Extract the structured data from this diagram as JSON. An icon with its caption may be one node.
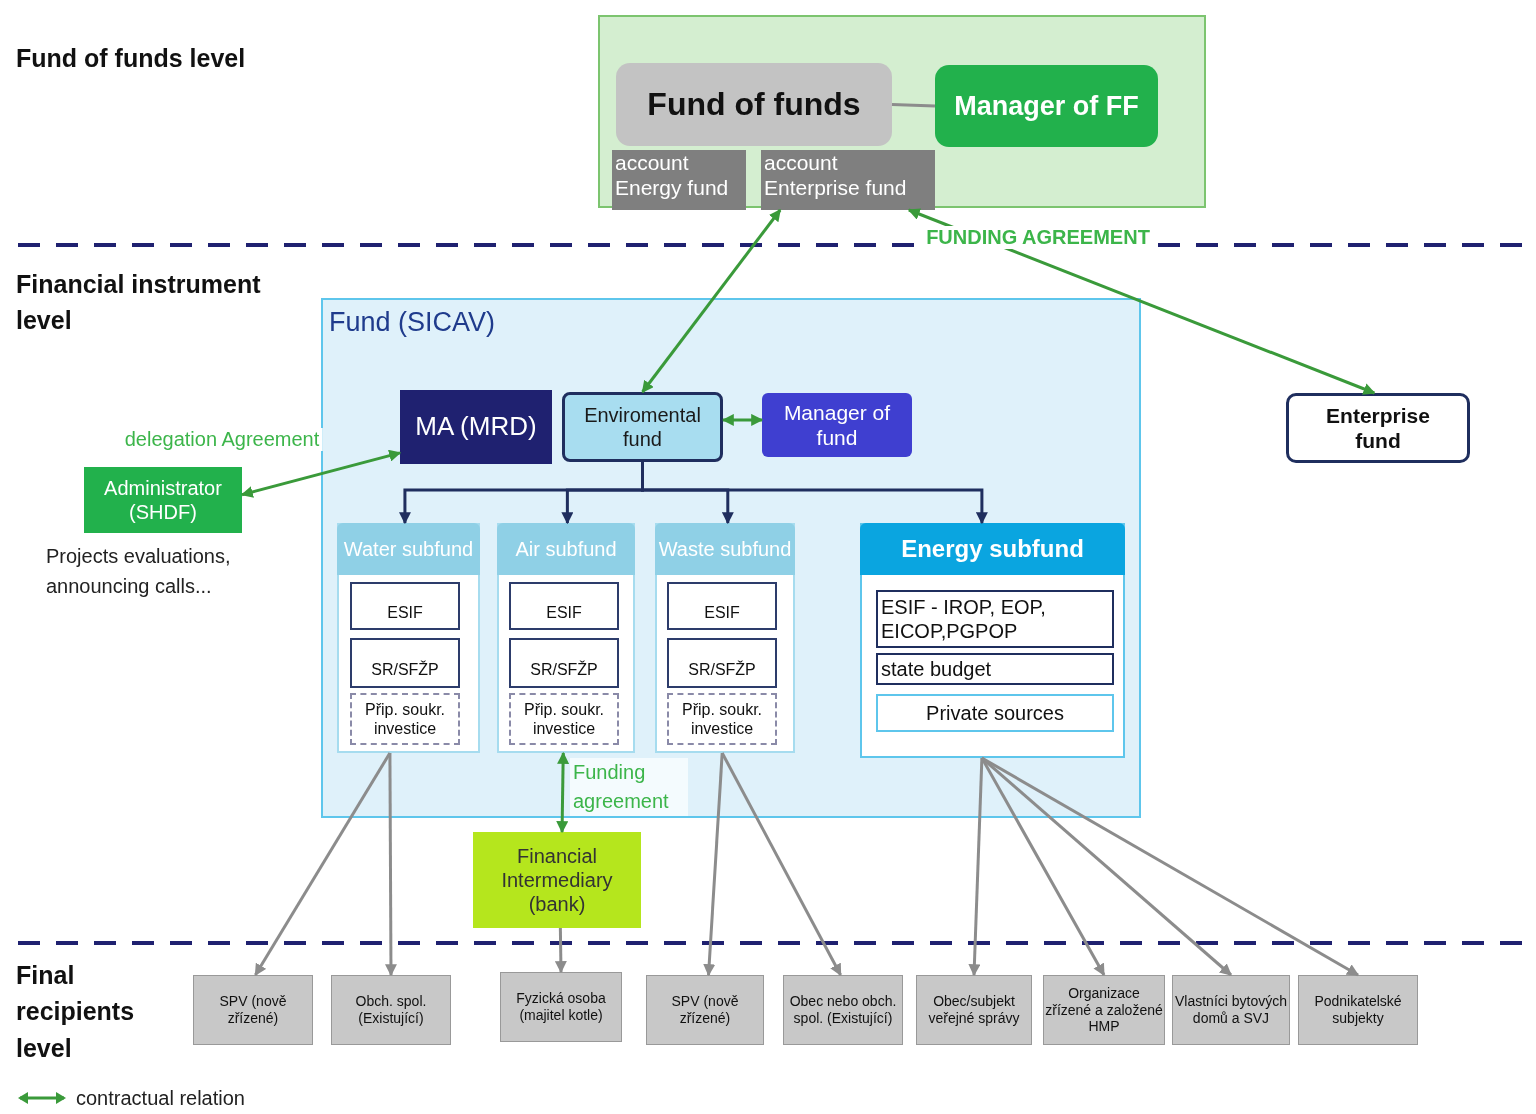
{
  "diagram": {
    "nodes": [
      {
        "text": [],
        "shape": "box"
      },
      {
        "text": [
          "Fund of funds"
        ],
        "in": 0
      },
      {
        "text": [
          "Manager of FF"
        ],
        "in": 0
      },
      {
        "text": [
          "account Energy fund"
        ],
        "in": 0
      },
      {
        "text": [
          "account Enterprise fund"
        ],
        "in": 0
      },
      {
        "text": [
          "Fund (SICAV)"
        ]
      },
      {
        "text": [
          "MA (MRD)"
        ],
        "in": 5
      },
      {
        "text": [
          "Enviromental fund"
        ],
        "in": 5
      },
      {
        "text": [
          "Manager of fund"
        ],
        "in": 5
      },
      {
        "text": [
          "Water subfund"
        ],
        "in": 5
      },
      {
        "text": [
          "ESIF"
        ],
        "in": 9
      },
      {
        "text": [
          "SR/SFŽP"
        ],
        "in": 9
      },
      {
        "text": [
          "Přip. soukr. investice"
        ],
        "in": 9
      },
      {
        "text": [
          "Air subfund"
        ],
        "in": 5
      },
      {
        "text": [
          "ESIF"
        ],
        "in": 13
      },
      {
        "text": [
          "SR/SFŽP"
        ],
        "in": 13
      },
      {
        "text": [
          "Přip. soukr. investice"
        ],
        "in": 13
      },
      {
        "text": [
          "Waste subfund"
        ],
        "in": 5
      },
      {
        "text": [
          "ESIF"
        ],
        "in": 17
      },
      {
        "text": [
          "SR/SFŽP"
        ],
        "in": 17
      },
      {
        "text": [
          "Přip. soukr. investice"
        ],
        "in": 17
      },
      {
        "text": [
          "Energy subfund"
        ],
        "in": 5
      },
      {
        "text": [
          "ESIF - IROP, EOP, EICOP,PGPOP"
        ],
        "in": 21
      },
      {
        "text": [
          "state budget"
        ],
        "in": 21
      },
      {
        "text": [
          "Private sources"
        ],
        "in": 21
      },
      {
        "text": [
          "Enterprise fund"
        ]
      },
      {
        "text": [
          "Administrator (SHDF)"
        ],
        "beside": [
          "Projects evaluations, announcing calls..."
        ]
      },
      {
        "text": [
          "Financial Intermediary (bank)"
        ]
      },
      {
        "text": [
          "SPV (nově zřízené)"
        ]
      },
      {
        "text": [
          "Obch. spol. (Existující)"
        ]
      },
      {
        "text": [
          "Fyzická osoba (majitel kotle)"
        ]
      },
      {
        "text": [
          "SPV (nově zřízené)"
        ]
      },
      {
        "text": [
          "Obec nebo obch. spol. (Existující)"
        ]
      },
      {
        "text": [
          "Obec/subjekt veřejné správy"
        ]
      },
      {
        "text": [
          "Organizace zřízené a založené HMP"
        ]
      },
      {
        "text": [
          "Vlastníci bytových domů a SVJ"
        ]
      },
      {
        "text": [
          "Podnikatelské subjekty"
        ]
      }
    ],
    "edges": [
      {
        "from": 1,
        "to": 2,
        "arrow": "none"
      },
      {
        "from": 7,
        "to": 4,
        "arrow": "both",
        "color": "#3a9a3a"
      },
      {
        "from": 4,
        "to": 25,
        "arrow": "both",
        "label": "FUNDING AGREEMENT",
        "color": "#3a9a3a"
      },
      {
        "from": 7,
        "to": 8,
        "arrow": "both",
        "color": "#3a9a3a"
      },
      {
        "from": 26,
        "to": 6,
        "arrow": "both",
        "label": "delegation Agreement",
        "color": "#3a9a3a"
      },
      {
        "from": 7,
        "to": 9,
        "arrow": "to",
        "color": "#1f2e5e"
      },
      {
        "from": 7,
        "to": 13,
        "arrow": "to",
        "color": "#1f2e5e"
      },
      {
        "from": 7,
        "to": 17,
        "arrow": "to",
        "color": "#1f2e5e"
      },
      {
        "from": 7,
        "to": 21,
        "arrow": "to",
        "color": "#1f2e5e"
      },
      {
        "from": 13,
        "to": 27,
        "arrow": "both",
        "label": "Funding agreement",
        "color": "#3a9a3a"
      },
      {
        "from": 9,
        "to": 28,
        "arrow": "to"
      },
      {
        "from": 9,
        "to": 29,
        "arrow": "to"
      },
      {
        "from": 27,
        "to": 30,
        "arrow": "to"
      },
      {
        "from": 17,
        "to": 31,
        "arrow": "to"
      },
      {
        "from": 17,
        "to": 32,
        "arrow": "to"
      },
      {
        "from": 21,
        "to": 33,
        "arrow": "to"
      },
      {
        "from": 21,
        "to": 34,
        "arrow": "to"
      },
      {
        "from": 21,
        "to": 35,
        "arrow": "to"
      },
      {
        "from": 21,
        "to": 36,
        "arrow": "to"
      }
    ],
    "labels": [
      "Fund of funds level",
      "Financial instrument level",
      "Final recipients level"
    ],
    "legend": [
      {
        "text": "contractual relation"
      }
    ]
  }
}
